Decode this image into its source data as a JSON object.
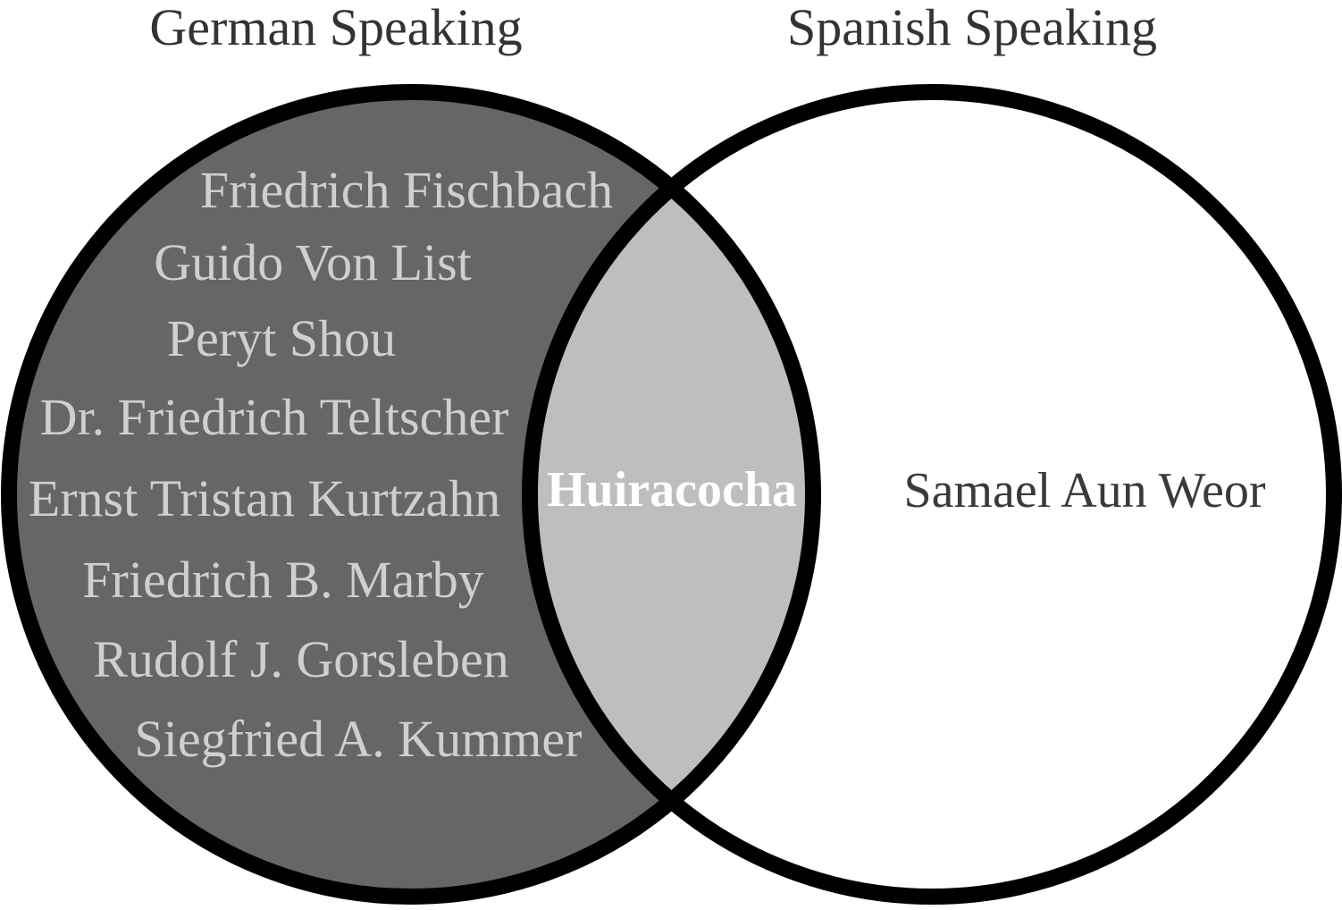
{
  "venn": {
    "sets": [
      {
        "label": "German Speaking",
        "color": "#666666"
      },
      {
        "label": "Spanish Speaking",
        "color": "#ffffff"
      }
    ],
    "german_only": [
      "Friedrich Fischbach",
      "Guido Von List",
      "Peryt Shou",
      "Dr. Friedrich Teltscher",
      "Ernst Tristan Kurtzahn",
      "Friedrich B. Marby",
      "Rudolf  J. Gorsleben",
      "Siegfried A. Kummer"
    ],
    "both": "Huiracocha",
    "spanish_only": "Samael Aun Weor",
    "intersection_color": "#bebebe",
    "outline_color": "#000000"
  }
}
